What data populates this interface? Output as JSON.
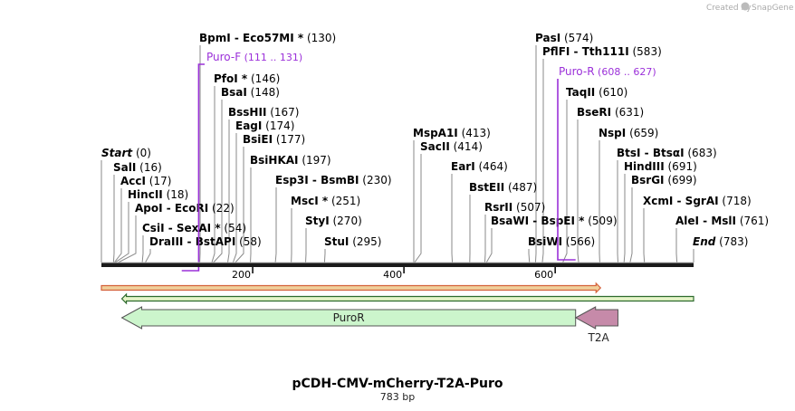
{
  "credit": {
    "prefix": "Created by",
    "brand": "SnapGene"
  },
  "map": {
    "name": "pCDH-CMV-mCherry-T2A-Puro",
    "length_label": "783 bp",
    "length": 783,
    "ticks": [
      "200",
      "400",
      "600"
    ]
  },
  "ends": [
    {
      "label": "Start",
      "pos": "(0)",
      "bp": 0
    },
    {
      "label": "End",
      "pos": "(783)",
      "bp": 783
    }
  ],
  "sites": [
    {
      "label": "SalI",
      "pos": "(16)",
      "bp": 16
    },
    {
      "label": "AccI",
      "pos": "(17)",
      "bp": 17
    },
    {
      "label": "HincII",
      "pos": "(18)",
      "bp": 18
    },
    {
      "label": "ApoI - EcoRI",
      "pos": "(22)",
      "bp": 22
    },
    {
      "label": "CsiI - SexAI *",
      "pos": "(54)",
      "bp": 54
    },
    {
      "label": "DraIII - BstAPI",
      "pos": "(58)",
      "bp": 58
    },
    {
      "label": "BpmI - Eco57MI *",
      "pos": "(130)",
      "bp": 130
    },
    {
      "label": "PfoI *",
      "pos": "(146)",
      "bp": 146
    },
    {
      "label": "BsaI",
      "pos": "(148)",
      "bp": 148
    },
    {
      "label": "BssHII",
      "pos": "(167)",
      "bp": 167
    },
    {
      "label": "EagI",
      "pos": "(174)",
      "bp": 174
    },
    {
      "label": "BsiEI",
      "pos": "(177)",
      "bp": 177
    },
    {
      "label": "BsiHKAI",
      "pos": "(197)",
      "bp": 197
    },
    {
      "label": "Esp3I - BsmBI",
      "pos": "(230)",
      "bp": 230
    },
    {
      "label": "MscI *",
      "pos": "(251)",
      "bp": 251
    },
    {
      "label": "StyI",
      "pos": "(270)",
      "bp": 270
    },
    {
      "label": "StuI",
      "pos": "(295)",
      "bp": 295
    },
    {
      "label": "MspA1I",
      "pos": "(413)",
      "bp": 413
    },
    {
      "label": "SacII",
      "pos": "(414)",
      "bp": 414
    },
    {
      "label": "EarI",
      "pos": "(464)",
      "bp": 464
    },
    {
      "label": "BstEII",
      "pos": "(487)",
      "bp": 487
    },
    {
      "label": "RsrII",
      "pos": "(507)",
      "bp": 507
    },
    {
      "label": "BsaWI - BspEI *",
      "pos": "(509)",
      "bp": 509
    },
    {
      "label": "BsiWI",
      "pos": "(566)",
      "bp": 566
    },
    {
      "label": "PasI",
      "pos": "(574)",
      "bp": 574
    },
    {
      "label": "PflFI - Tth111I",
      "pos": "(583)",
      "bp": 583
    },
    {
      "label": "TaqII",
      "pos": "(610)",
      "bp": 610
    },
    {
      "label": "BseRI",
      "pos": "(631)",
      "bp": 631
    },
    {
      "label": "NspI",
      "pos": "(659)",
      "bp": 659
    },
    {
      "label": "BtsI - BtsαI",
      "pos": "(683)",
      "bp": 683
    },
    {
      "label": "HindIII",
      "pos": "(691)",
      "bp": 691
    },
    {
      "label": "BsrGI",
      "pos": "(699)",
      "bp": 699
    },
    {
      "label": "XcmI - SgrAI",
      "pos": "(718)",
      "bp": 718
    },
    {
      "label": "AleI - MslI",
      "pos": "(761)",
      "bp": 761
    }
  ],
  "primers": [
    {
      "label": "Puro-F",
      "pos": "(111 .. 131)",
      "start": 111,
      "end": 131,
      "direction": "forward"
    },
    {
      "label": "Puro-R",
      "pos": "(608 .. 627)",
      "start": 608,
      "end": 627,
      "direction": "reverse"
    }
  ],
  "features": [
    {
      "label": "PuroR",
      "start": 27,
      "end": 627,
      "direction": "reverse",
      "color": "#ccf5cc"
    },
    {
      "label": "T2A",
      "start": 627,
      "end": 683,
      "direction": "reverse",
      "color": "#c68aa9"
    }
  ],
  "orf_bars": [
    {
      "start": 0,
      "end": 660,
      "direction": "forward",
      "color": "#f0cf9a",
      "stroke": "#d4623b"
    },
    {
      "start": 27,
      "end": 783,
      "direction": "reverse",
      "color": "#e6f5c8",
      "stroke": "#2e6b2e"
    }
  ],
  "colors": {
    "primer": "#9b30d9",
    "backbone": "#222222"
  }
}
